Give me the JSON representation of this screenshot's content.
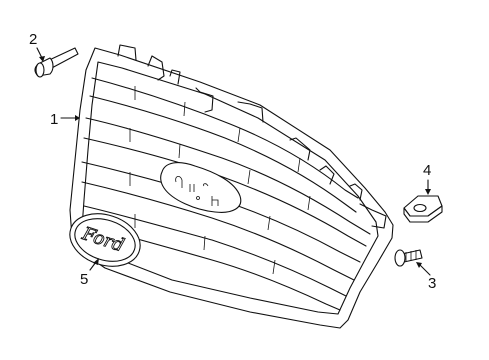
{
  "diagram": {
    "parts": [
      {
        "id": "grille",
        "callout": "1"
      },
      {
        "id": "rivet",
        "callout": "2"
      },
      {
        "id": "bolt",
        "callout": "3"
      },
      {
        "id": "clip",
        "callout": "4"
      },
      {
        "id": "emblem",
        "callout": "5"
      }
    ],
    "emblem_text": "Ford"
  }
}
